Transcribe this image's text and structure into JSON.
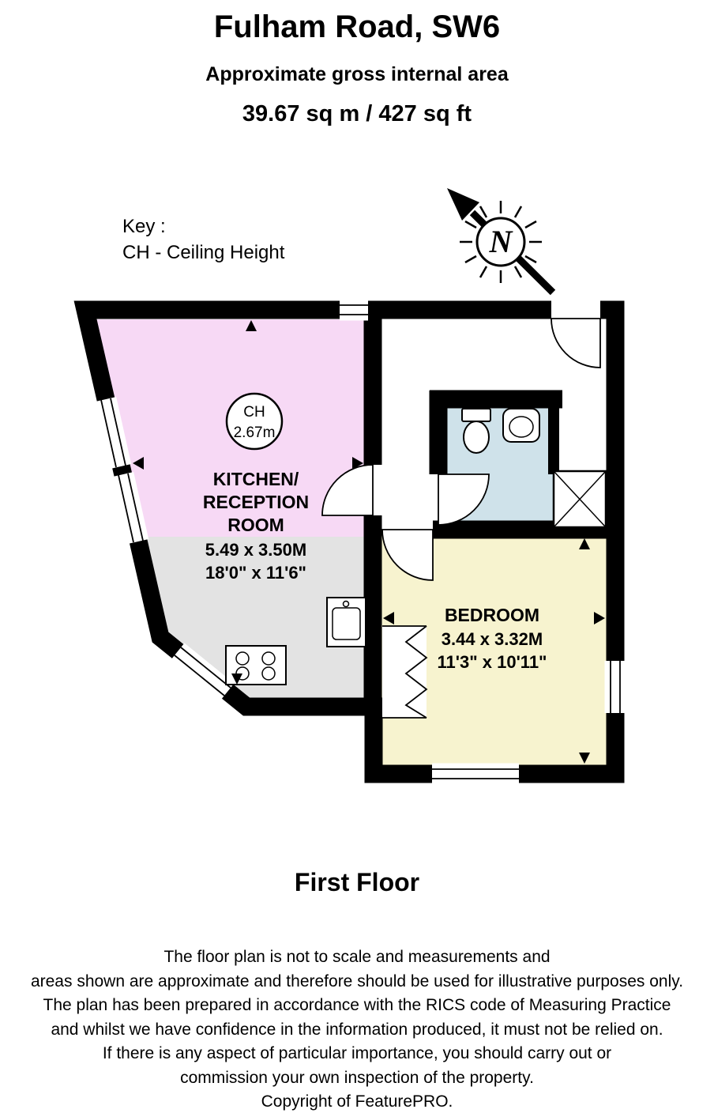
{
  "header": {
    "title": "Fulham Road, SW6",
    "subtitle": "Approximate gross internal area",
    "area": "39.67 sq m / 427 sq ft"
  },
  "key": {
    "label": "Key :",
    "ceiling_height": "CH - Ceiling Height"
  },
  "compass": {
    "letter": "N"
  },
  "plan": {
    "kitchen": {
      "name_line1": "KITCHEN/",
      "name_line2": "RECEPTION",
      "name_line3": "ROOM",
      "dim_metric": "5.49 x 3.50M",
      "dim_imperial": "18'0\" x 11'6\"",
      "ceiling": {
        "label": "CH",
        "value": "2.67m"
      }
    },
    "bedroom": {
      "name": "BEDROOM",
      "dim_metric": "3.44 x 3.32M",
      "dim_imperial": "11'3\" x 10'11\""
    }
  },
  "floor_label": "First Floor",
  "disclaimer": {
    "lines": [
      "The floor plan is not to scale and measurements and",
      "areas shown are approximate and therefore should be used for illustrative purposes only.",
      "The plan has been prepared in accordance with the RICS code of Measuring Practice",
      "and whilst we have confidence in the information produced, it must not be relied on.",
      "If there is any aspect of particular importance, you should carry out or",
      "commission your own inspection of the property."
    ],
    "copyright": "Copyright of FeaturePRO."
  },
  "colors": {
    "kitchen_reception": "#f7d9f5",
    "kitchen_lower": "#e3e3e3",
    "bedroom": "#f7f3cf",
    "bathroom": "#cfe2ea",
    "wall": "#000000"
  }
}
